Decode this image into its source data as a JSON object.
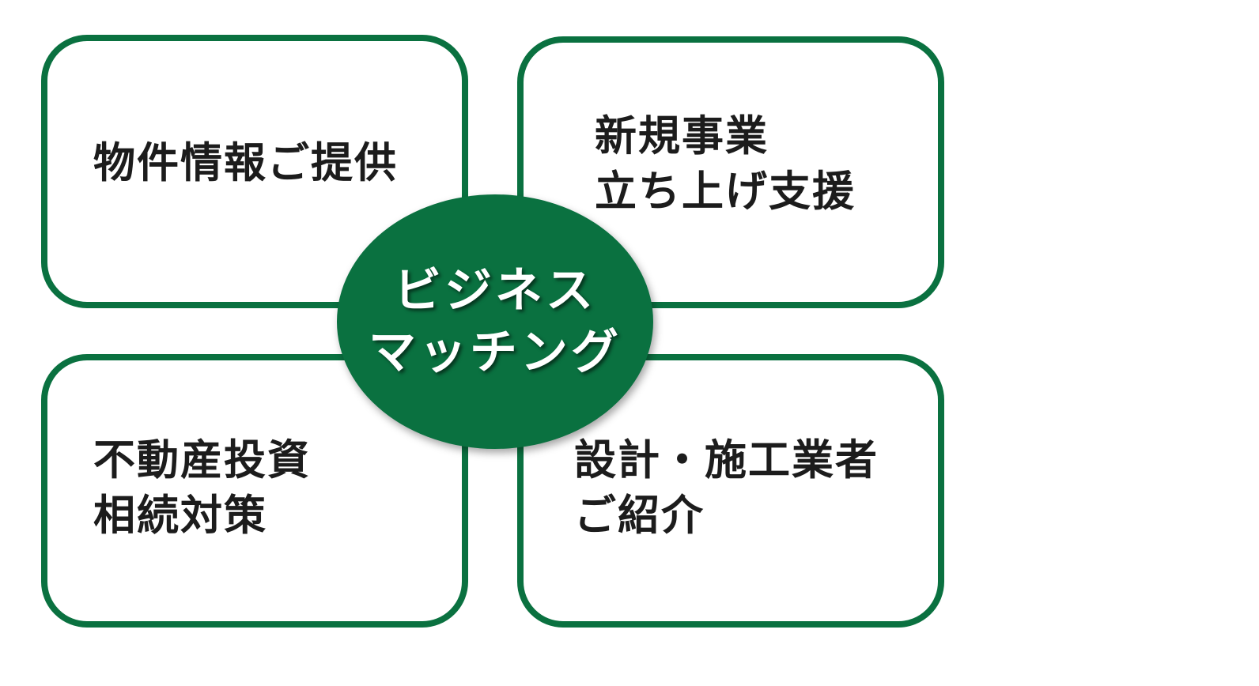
{
  "diagram": {
    "center": {
      "lines": [
        "ビジネス",
        "マッチング"
      ]
    },
    "boxes": {
      "top_left": {
        "lines": [
          "物件情報ご提供"
        ]
      },
      "top_right": {
        "lines": [
          "新規事業",
          "立ち上げ支援"
        ]
      },
      "bottom_left": {
        "lines": [
          "不動産投資",
          "相続対策"
        ]
      },
      "bottom_right": {
        "lines": [
          "設計・施工業者",
          "ご紹介"
        ]
      }
    },
    "colors": {
      "accent_green": "#0a7140",
      "text_dark": "#1c1c1c",
      "center_text": "#ffffff"
    }
  }
}
